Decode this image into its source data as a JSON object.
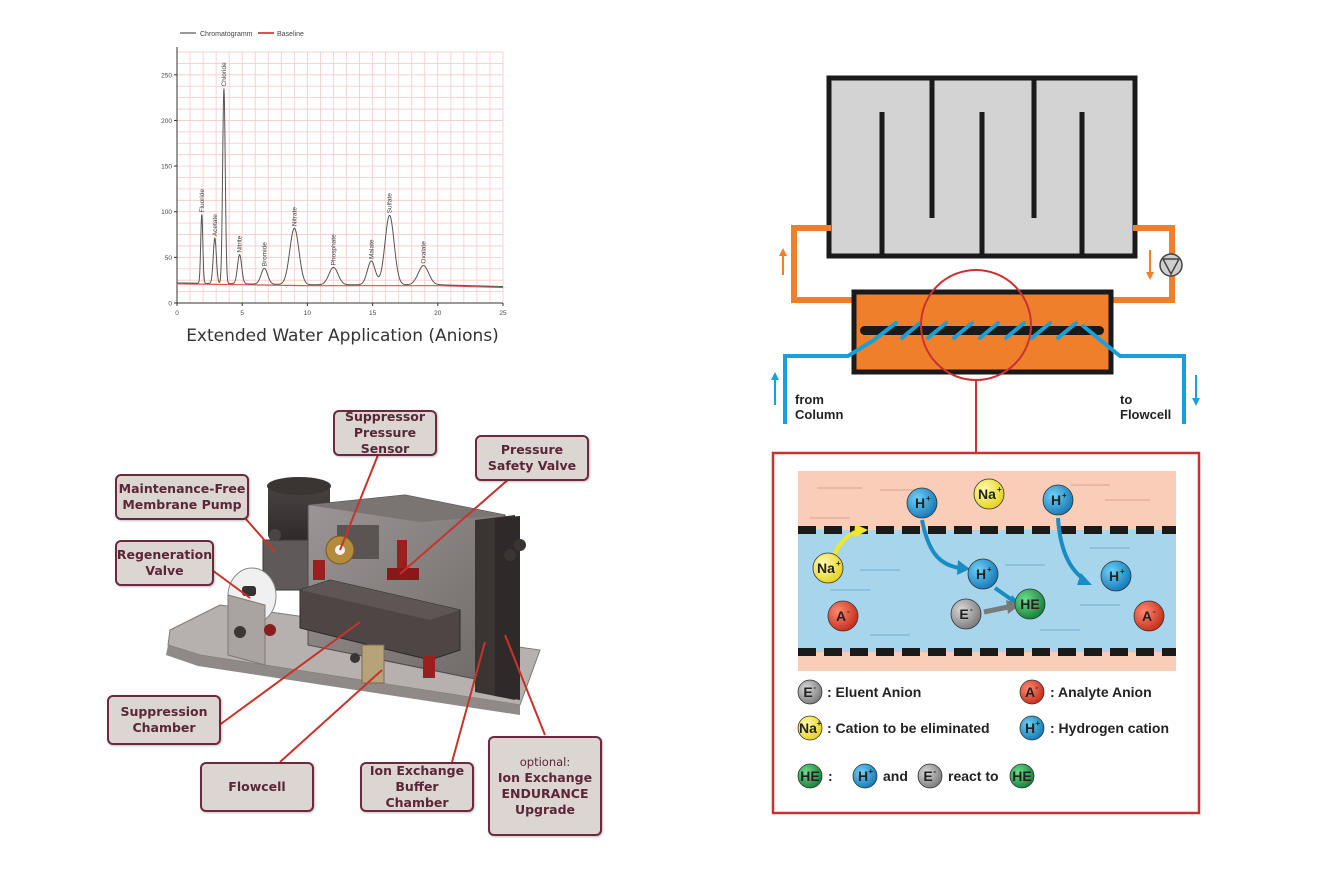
{
  "chart_data": {
    "type": "line",
    "title": "Extended Water Application (Anions)",
    "xlabel": "",
    "ylabel": "",
    "xlim": [
      0,
      25
    ],
    "ylim": [
      0,
      275
    ],
    "x_ticks": [
      0,
      5,
      10,
      15,
      20,
      25
    ],
    "y_ticks": [
      0,
      50,
      100,
      150,
      200,
      250
    ],
    "grid": true,
    "legend_position": "top-left",
    "legend": [
      "Chromatogramm",
      "Baseline"
    ],
    "series": [
      {
        "name": "Chromatogramm",
        "color": "#555555"
      },
      {
        "name": "Baseline",
        "color": "#e05050"
      }
    ],
    "baseline": {
      "x": [
        0,
        5,
        10,
        15,
        20,
        25
      ],
      "y": [
        22,
        21,
        20,
        20,
        20,
        18
      ]
    },
    "peaks": [
      {
        "name": "Fluoride",
        "x": 1.9,
        "y": 97,
        "width": 0.08
      },
      {
        "name": "Acetate",
        "x": 2.9,
        "y": 71,
        "width": 0.12
      },
      {
        "name": "Chloride",
        "x": 3.6,
        "y": 235,
        "width": 0.1
      },
      {
        "name": "Nitrite",
        "x": 4.8,
        "y": 53,
        "width": 0.16
      },
      {
        "name": "Bromide",
        "x": 6.7,
        "y": 38,
        "width": 0.25
      },
      {
        "name": "Nitrate",
        "x": 9.0,
        "y": 82,
        "width": 0.35
      },
      {
        "name": "Phosphate",
        "x": 12.0,
        "y": 39,
        "width": 0.35
      },
      {
        "name": "Malate",
        "x": 14.9,
        "y": 46,
        "width": 0.3
      },
      {
        "name": "Sulfate",
        "x": 16.3,
        "y": 96,
        "width": 0.35
      },
      {
        "name": "Oxalate",
        "x": 18.9,
        "y": 41,
        "width": 0.4
      }
    ]
  },
  "device": {
    "callouts": [
      {
        "id": "suppressor-pressure-sensor",
        "lines": [
          "Suppressor",
          "Pressure Sensor"
        ]
      },
      {
        "id": "pressure-safety-valve",
        "lines": [
          "Pressure",
          "Safety Valve"
        ]
      },
      {
        "id": "membrane-pump",
        "lines": [
          "Maintenance-Free",
          "Membrane Pump"
        ]
      },
      {
        "id": "regeneration-valve",
        "lines": [
          "Regeneration",
          "Valve"
        ]
      },
      {
        "id": "suppression-chamber",
        "lines": [
          "Suppression",
          "Chamber"
        ]
      },
      {
        "id": "flowcell",
        "lines": [
          "Flowcell"
        ]
      },
      {
        "id": "ion-exchange-buffer-chamber",
        "lines": [
          "Ion Exchange",
          "Buffer Chamber"
        ]
      },
      {
        "id": "endurance-upgrade",
        "optional": "optional:",
        "lines": [
          "Ion Exchange",
          "ENDURANCE",
          "Upgrade"
        ]
      }
    ]
  },
  "diagram": {
    "flow_labels": {
      "from_line1": "from",
      "from_line2": "Column",
      "to_line1": "to",
      "to_line2": "Flowcell"
    },
    "ions": {
      "na": "Na",
      "h": "H",
      "e": "E",
      "a": "A",
      "he": "HE",
      "plus": "+",
      "minus": "-"
    },
    "legend": {
      "eluent_anion": ": Eluent Anion",
      "analyte_anion": ": Analyte Anion",
      "cation_eliminated": ": Cation to be eliminated",
      "hydrogen_cation": ": Hydrogen cation",
      "he_colon": ":",
      "and": "and",
      "react_to": "react to"
    },
    "colors": {
      "orange": "#f07f2c",
      "blue": "#1aa0d8",
      "red_frame": "#c83232",
      "gray_chamber": "#d3d3d3",
      "pink_zone": "#f9cdb7",
      "blue_zone": "#a7d6ec",
      "na_yellow": "#f2e52a",
      "h_blue": "#1a9ad6",
      "e_gray": "#9a9a9a",
      "a_red": "#e0452f",
      "he_green": "#1fa048"
    }
  }
}
